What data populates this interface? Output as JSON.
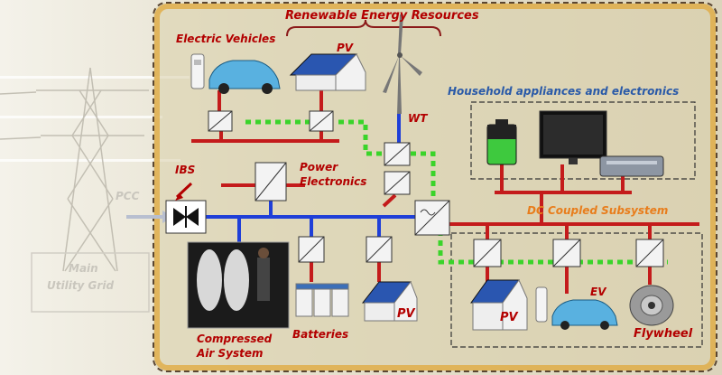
{
  "labels": {
    "renewable": "Renewable Energy Resources",
    "electric_vehicles": "Electric Vehicles",
    "pv_top": "PV",
    "wt": "WT",
    "household": "Household appliances and electronics",
    "ibs": "IBS",
    "power_electronics_1": "Power",
    "power_electronics_2": "Electronics",
    "pcc": "PCC",
    "main_grid_1": "Main",
    "main_grid_2": "Utility Grid",
    "dc_subsystem": "DC Coupled Subsystem",
    "compressed_1": "Compressed",
    "compressed_2": "Air System",
    "batteries": "Batteries",
    "pv_mid": "PV",
    "pv_dc": "PV",
    "ev_dc": "EV",
    "flywheel": "Flywheel"
  },
  "colors": {
    "dc_bus": "#c41b1b",
    "ac_bus": "#1f3fd8",
    "comm_link": "#3ad42a",
    "frame": "#d9a441",
    "frame_border": "#5a4632"
  }
}
